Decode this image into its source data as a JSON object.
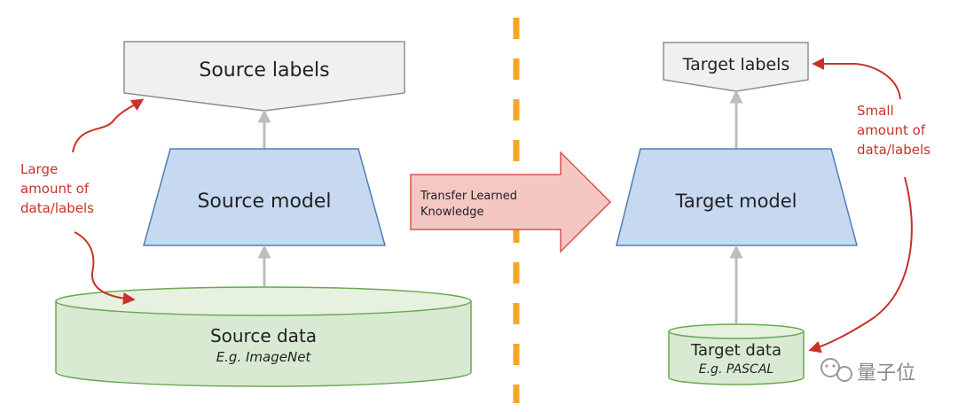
{
  "source": {
    "labels": "Source labels",
    "model": "Source model",
    "data": "Source data",
    "data_example": "E.g. ImageNet",
    "amount_note": [
      "Large",
      "amount of",
      "data/labels"
    ]
  },
  "transfer": {
    "lines": [
      "Transfer Learned",
      "Knowledge"
    ]
  },
  "target": {
    "labels": "Target labels",
    "model": "Target model",
    "data": "Target data",
    "data_example": "E.g. PASCAL",
    "amount_note": [
      "Small",
      "amount of",
      "data/labels"
    ]
  },
  "watermark": "量子位",
  "colors": {
    "labels_fill": "#f0f0f0",
    "labels_stroke": "#8f8f8f",
    "model_fill": "#c6d9f0",
    "model_stroke": "#4f7fb7",
    "data_fill": "#d9ead3",
    "data_stroke": "#6aa84f",
    "transfer_fill": "#f4c7c3",
    "transfer_stroke": "#d9534f",
    "note_red": "#c8322a",
    "divider_orange": "#f5a623",
    "connector_grey": "#bdbdbd"
  }
}
